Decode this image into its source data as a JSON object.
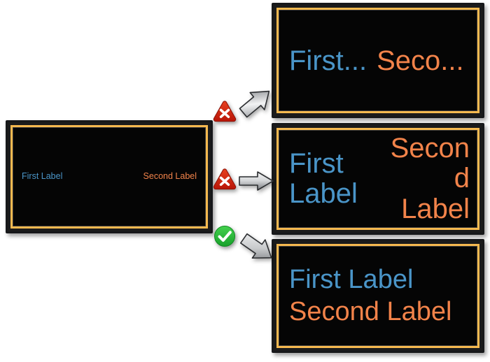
{
  "background_color": "#ffffff",
  "theme": {
    "panel_border_dark": "#17181a",
    "panel_border_gold": "#f6b94f",
    "panel_screen": "#050505",
    "first_label_color": "#4a95c8",
    "second_label_color": "#f2834a",
    "error_badge_color": "#d32618",
    "ok_badge_color": "#2ab53a",
    "arrow_color": "#b9bbbd"
  },
  "source_panel": {
    "name": "source-layout-panel",
    "first_label": "First Label",
    "second_label": "Second Label"
  },
  "results": [
    {
      "name": "truncated-result",
      "status": "error",
      "status_icon": "error-x-triangle-icon",
      "arrow_icon": "arrow-up-right-icon",
      "first_label": "First...",
      "second_label": "Seco..."
    },
    {
      "name": "wrapped-result",
      "status": "error",
      "status_icon": "error-x-triangle-icon",
      "arrow_icon": "arrow-right-icon",
      "first_label_lines": [
        "First",
        "Label"
      ],
      "second_label_lines": [
        "Secon",
        "d",
        "Label"
      ]
    },
    {
      "name": "stacked-result",
      "status": "ok",
      "status_icon": "check-circle-icon",
      "arrow_icon": "arrow-down-right-icon",
      "first_label": "First Label",
      "second_label": "Second Label"
    }
  ]
}
